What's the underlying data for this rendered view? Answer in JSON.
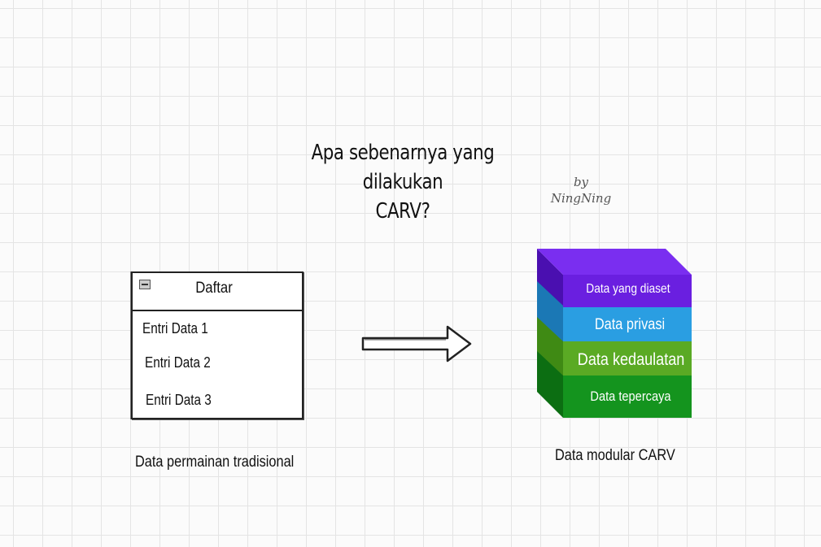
{
  "title_lines": [
    "Apa sebenarnya yang dilakukan",
    "CARV?"
  ],
  "byline": [
    "by",
    "NingNing"
  ],
  "list": {
    "header": "Daftar",
    "items": [
      "Entri Data 1",
      "Entri Data 2",
      "Entri Data 3"
    ]
  },
  "captions": {
    "left": "Data permainan tradisional",
    "right": "Data modular CARV"
  },
  "stack_layers": [
    {
      "label": "Data yang diaset",
      "color": "#6a1fe0"
    },
    {
      "label": "Data privasi",
      "color": "#2a9ee2"
    },
    {
      "label": "Data kedaulatan",
      "color": "#5aaa24"
    },
    {
      "label": "Data tepercaya",
      "color": "#14941e"
    }
  ]
}
